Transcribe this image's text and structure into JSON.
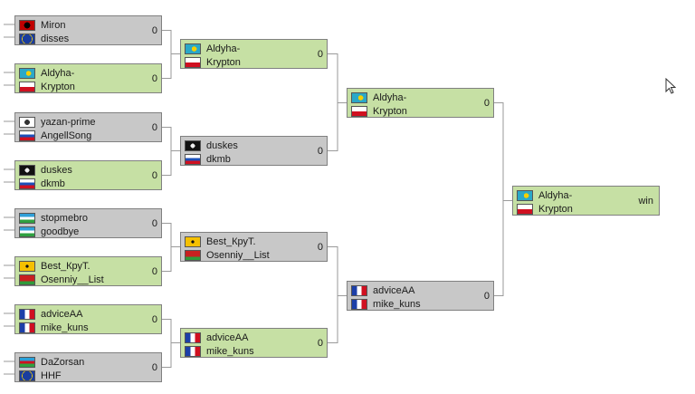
{
  "bracket": {
    "round1": [
      {
        "id": "r1m1",
        "p1": {
          "name": "Miron",
          "flag": "red-black-flag"
        },
        "p2": {
          "name": "disses",
          "flag": "eu-flag"
        },
        "score": "0",
        "winner": false
      },
      {
        "id": "r1m2",
        "p1": {
          "name": "Aldyha-",
          "flag": "kazakhstan-flag"
        },
        "p2": {
          "name": "Krypton",
          "flag": "red-white-flag"
        },
        "score": "0",
        "winner": true
      },
      {
        "id": "r1m3",
        "p1": {
          "name": "yazan-prime",
          "flag": "white-round-flag"
        },
        "p2": {
          "name": "AngellSong",
          "flag": "russia-flag"
        },
        "score": "0",
        "winner": false
      },
      {
        "id": "r1m4",
        "p1": {
          "name": "duskes",
          "flag": "pirate-flag"
        },
        "p2": {
          "name": "dkmb",
          "flag": "russia-flag"
        },
        "score": "0",
        "winner": true
      },
      {
        "id": "r1m5",
        "p1": {
          "name": "stopmebro",
          "flag": "uzbekistan-flag"
        },
        "p2": {
          "name": "goodbye",
          "flag": "uzbekistan-flag"
        },
        "score": "0",
        "winner": false
      },
      {
        "id": "r1m6",
        "p1": {
          "name": "Best_КруТ.",
          "flag": "smiley-flag"
        },
        "p2": {
          "name": "Osenniy__List",
          "flag": "belarus-flag"
        },
        "score": "0",
        "winner": true
      },
      {
        "id": "r1m7",
        "p1": {
          "name": "adviceAA",
          "flag": "france-flag"
        },
        "p2": {
          "name": "mike_kuns",
          "flag": "france-flag"
        },
        "score": "0",
        "winner": true
      },
      {
        "id": "r1m8",
        "p1": {
          "name": "DaZorsan",
          "flag": "azerbaijan-flag"
        },
        "p2": {
          "name": "HHF",
          "flag": "eu-flag"
        },
        "score": "0",
        "winner": false
      }
    ],
    "round2": [
      {
        "id": "r2m1",
        "p1": {
          "name": "Aldyha-",
          "flag": "kazakhstan-flag"
        },
        "p2": {
          "name": "Krypton",
          "flag": "red-white-flag"
        },
        "score": "0",
        "winner": true
      },
      {
        "id": "r2m2",
        "p1": {
          "name": "duskes",
          "flag": "pirate-flag"
        },
        "p2": {
          "name": "dkmb",
          "flag": "russia-flag"
        },
        "score": "0",
        "winner": false
      },
      {
        "id": "r2m3",
        "p1": {
          "name": "Best_КруТ.",
          "flag": "smiley-flag"
        },
        "p2": {
          "name": "Osenniy__List",
          "flag": "belarus-flag"
        },
        "score": "0",
        "winner": false
      },
      {
        "id": "r2m4",
        "p1": {
          "name": "adviceAA",
          "flag": "france-flag"
        },
        "p2": {
          "name": "mike_kuns",
          "flag": "france-flag"
        },
        "score": "0",
        "winner": true
      }
    ],
    "round3": [
      {
        "id": "r3m1",
        "p1": {
          "name": "Aldyha-",
          "flag": "kazakhstan-flag"
        },
        "p2": {
          "name": "Krypton",
          "flag": "red-white-flag"
        },
        "score": "0",
        "winner": true
      },
      {
        "id": "r3m2",
        "p1": {
          "name": "adviceAA",
          "flag": "france-flag"
        },
        "p2": {
          "name": "mike_kuns",
          "flag": "france-flag"
        },
        "score": "0",
        "winner": false
      }
    ],
    "final": {
      "id": "final",
      "p1": {
        "name": "Aldyha-",
        "flag": "kazakhstan-flag"
      },
      "p2": {
        "name": "Krypton",
        "flag": "red-white-flag"
      },
      "score": "win",
      "winner": true
    }
  },
  "colors": {
    "winner_bg": "#c6e0a4",
    "loser_bg": "#c8c8c8",
    "border": "#808080",
    "line": "#9a9a9a"
  }
}
